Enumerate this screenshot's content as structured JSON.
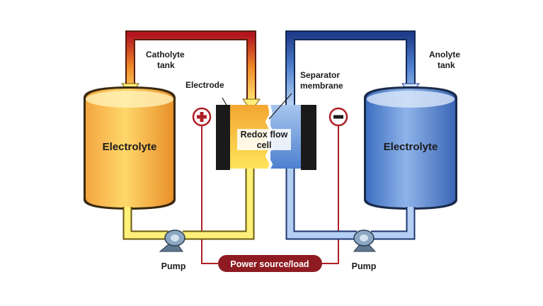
{
  "labels": {
    "catholyte_tank": [
      "Catholyte",
      "tank"
    ],
    "anolyte_tank": [
      "Anolyte",
      "tank"
    ],
    "electrode": "Electrode",
    "separator_membrane": [
      "Separator",
      "membrane"
    ],
    "redox_flow_cell": [
      "Redox flow",
      "cell"
    ],
    "left_electrolyte": "Electrolyte",
    "right_electrolyte": "Electrolyte",
    "left_pump": "Pump",
    "right_pump": "Pump",
    "power_source": "Power source/load",
    "positive_terminal": "+",
    "negative_terminal": "−"
  },
  "colors": {
    "catholyte_light": "#ffe566",
    "catholyte_mid": "#f8b33a",
    "catholyte_dark": "#e6891a",
    "anolyte_light": "#a9c8f0",
    "anolyte_mid": "#5b8fd6",
    "anolyte_dark": "#2f5fae",
    "pipe_hot_top": "#b3161f",
    "pipe_cold_top": "#1f3d8c",
    "power_box": "#8e1b22",
    "wire": "#b01e26",
    "electrode": "#1a1a1a"
  },
  "icons": [
    "pump-icon",
    "plus-icon",
    "minus-icon",
    "arrow-icon"
  ]
}
